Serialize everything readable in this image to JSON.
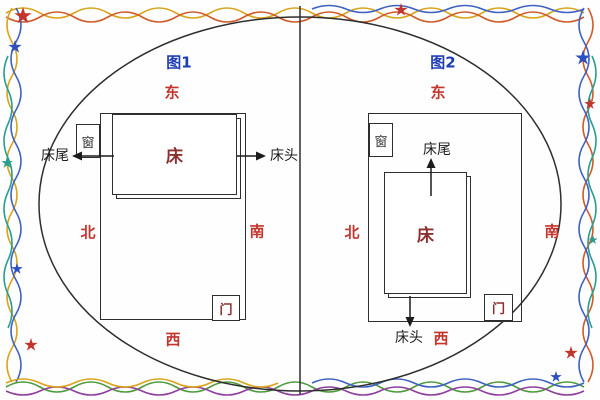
{
  "figure1": {
    "title": "图1",
    "east": "东",
    "south": "南",
    "west": "西",
    "north": "北",
    "bed": "床",
    "window": "窗",
    "door": "门",
    "bed_head": "床头",
    "bed_foot": "床尾"
  },
  "figure2": {
    "title": "图2",
    "east": "东",
    "south": "南",
    "west": "西",
    "north": "北",
    "bed": "床",
    "window": "窗",
    "door": "门",
    "bed_head": "床头",
    "bed_foot": "床尾"
  },
  "colors": {
    "figure_title": "#1e3cb4",
    "direction_text": "#c2342c",
    "bed_text": "#8c2f2f",
    "outline": "#2e2e2e",
    "border_gold": "#d9a41b",
    "border_orange": "#cf5b2a",
    "border_blue": "#3f62c1",
    "border_teal": "#2a9d8f",
    "border_green": "#4f9a3c",
    "border_purple": "#8e3f9e",
    "star_red": "#c2342c",
    "star_blue": "#2b4fc0",
    "star_teal": "#2a9d8f"
  }
}
